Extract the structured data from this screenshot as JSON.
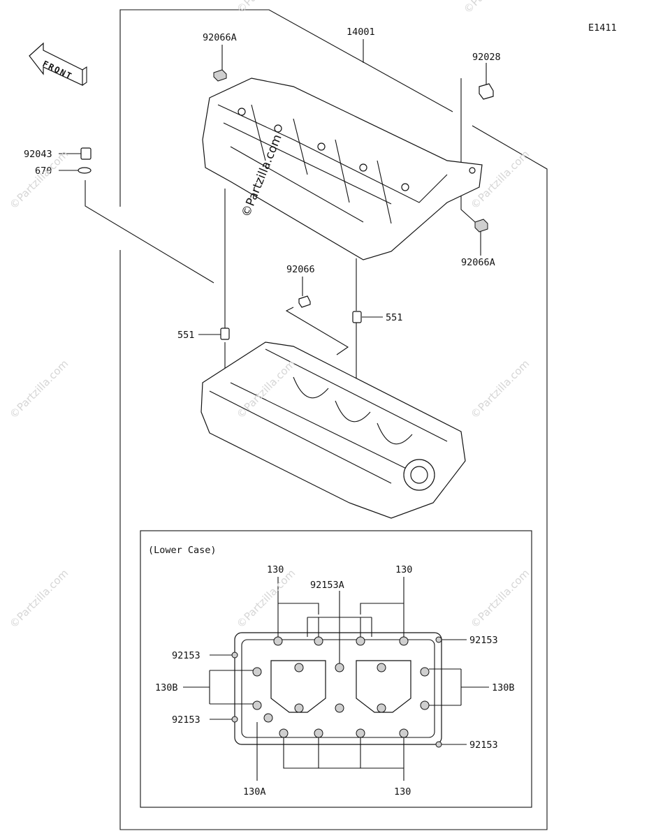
{
  "diagram": {
    "code": "E1411",
    "front_label": "FRONT",
    "watermark": "©Partzilla.com",
    "inset_title": "(Lower Case)",
    "labels": {
      "crankcase_set": "14001",
      "bolt_top_left": "92066A",
      "bolt_top_right": "92028",
      "bolt_right": "92066A",
      "plug_left": "92043",
      "oring_left": "670",
      "plug_center": "92066",
      "dowel_left": "551",
      "dowel_right": "551",
      "lower_130_top_left": "130",
      "lower_130_top_right": "130",
      "lower_92153A": "92153A",
      "lower_92153_top_right": "92153",
      "lower_92153_top_left": "92153",
      "lower_130B_left": "130B",
      "lower_130B_right": "130B",
      "lower_92153_bottom_left": "92153",
      "lower_92153_bottom_right": "92153",
      "lower_130A": "130A",
      "lower_130_bottom": "130"
    }
  }
}
